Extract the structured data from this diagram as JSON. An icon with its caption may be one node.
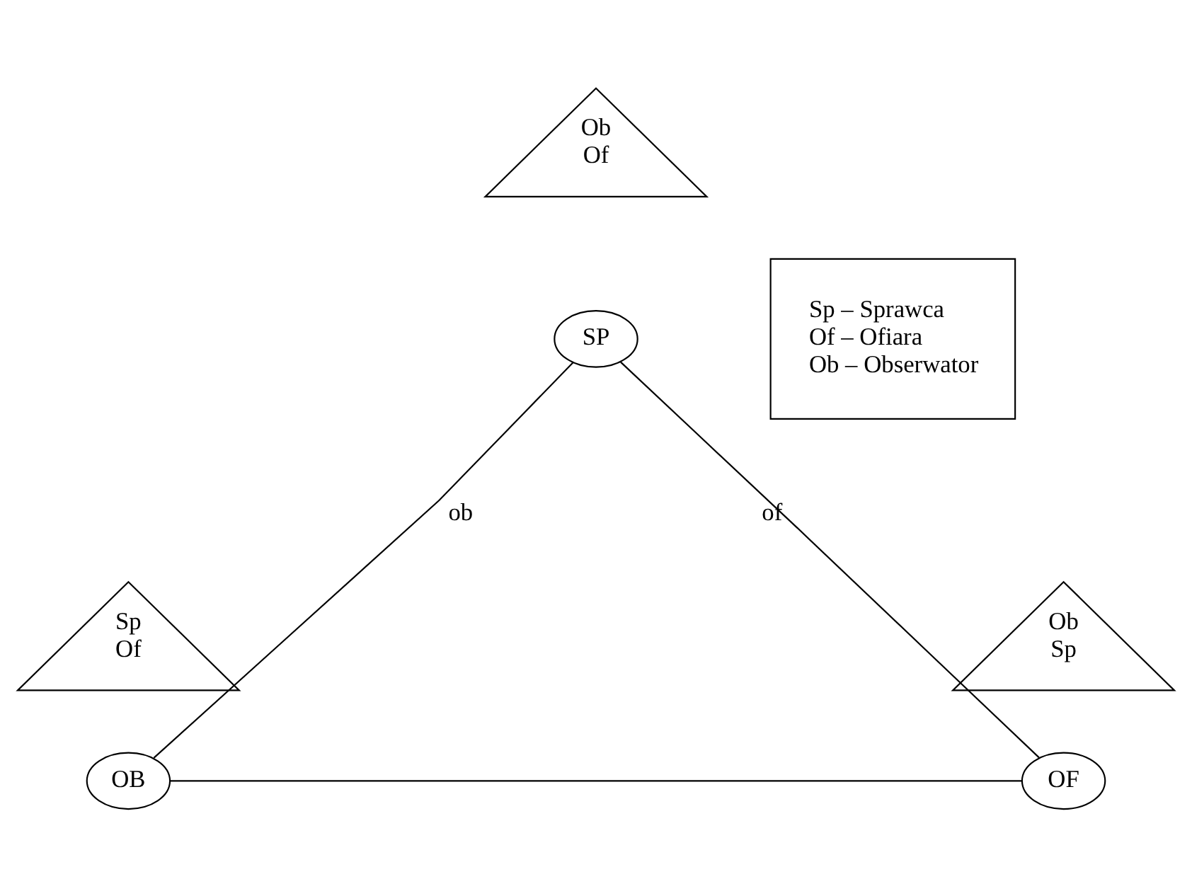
{
  "diagram": {
    "nodes": [
      {
        "text": [
          "Ob",
          "Of"
        ]
      },
      {
        "text": [
          "SP"
        ]
      },
      {
        "text": [
          "Sp – Sprawca",
          "Of – Ofiara",
          "Ob – Obserwator"
        ]
      },
      {
        "text": [
          "Sp",
          "Of"
        ]
      },
      {
        "text": [
          "OB"
        ]
      },
      {
        "text": [
          "Ob",
          "Sp"
        ]
      },
      {
        "text": [
          "OF"
        ]
      }
    ],
    "edges": [
      {
        "from": 1,
        "to": 4,
        "arrow": "none",
        "label": "ob"
      },
      {
        "from": 1,
        "to": 6,
        "arrow": "none",
        "label": "of"
      },
      {
        "from": 4,
        "to": 6,
        "arrow": "none"
      }
    ]
  }
}
